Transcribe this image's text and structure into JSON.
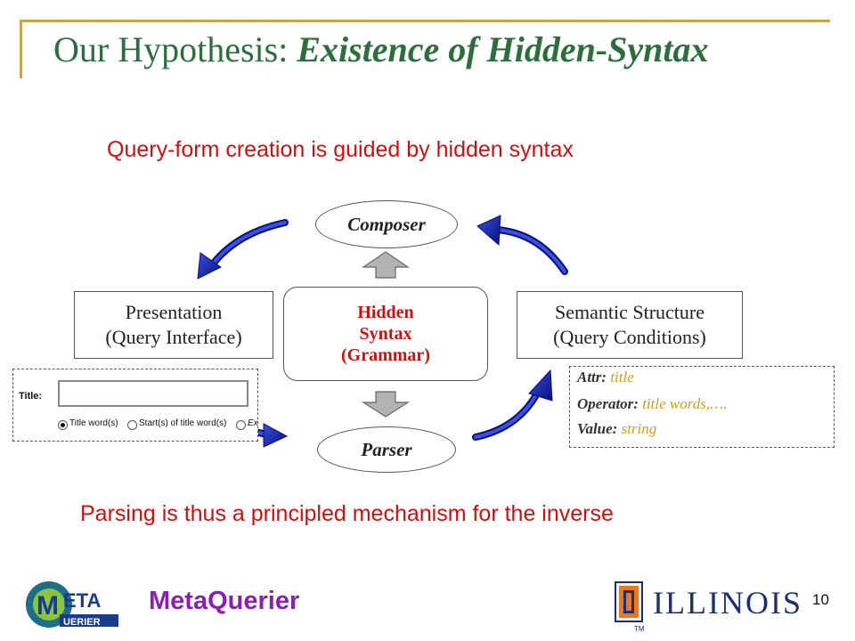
{
  "slide": {
    "title_plain": "Our Hypothesis: ",
    "title_emphasis": "Existence of Hidden-Syntax",
    "subtitle_top": "Query-form creation is guided by hidden syntax",
    "subtitle_bottom": "Parsing is thus a principled mechanism for the inverse",
    "page_number": "10"
  },
  "diagram": {
    "composer": "Composer",
    "parser": "Parser",
    "presentation": [
      "Presentation",
      "(Query Interface)"
    ],
    "semantic": [
      "Semantic Structure",
      "(Query Conditions)"
    ],
    "hidden": [
      "Hidden",
      "Syntax",
      "(Grammar)"
    ]
  },
  "form_snippet": {
    "label": "Title:",
    "options": [
      "Title word(s)",
      "Start(s) of title word(s)",
      "Exact start of title"
    ]
  },
  "semantic_detail": {
    "attr_key": "Attr:",
    "attr_value": "title",
    "operator_key": "Operator:",
    "operator_value": "title words,….",
    "value_key": "Value:",
    "value_value": "string"
  },
  "footer": {
    "logo_top": "ETA",
    "logo_bottom": "UERIER",
    "brand": "MetaQuerier",
    "university": "ILLINOIS",
    "trademark": "TM"
  },
  "colors": {
    "title": "#2d6e3d",
    "accent_red": "#cc1111",
    "arrow_blue": "#0a1aa8",
    "value_gold": "#c8a020",
    "brand_purple": "#8a1fb0",
    "illinois_navy": "#1c2f6e"
  }
}
